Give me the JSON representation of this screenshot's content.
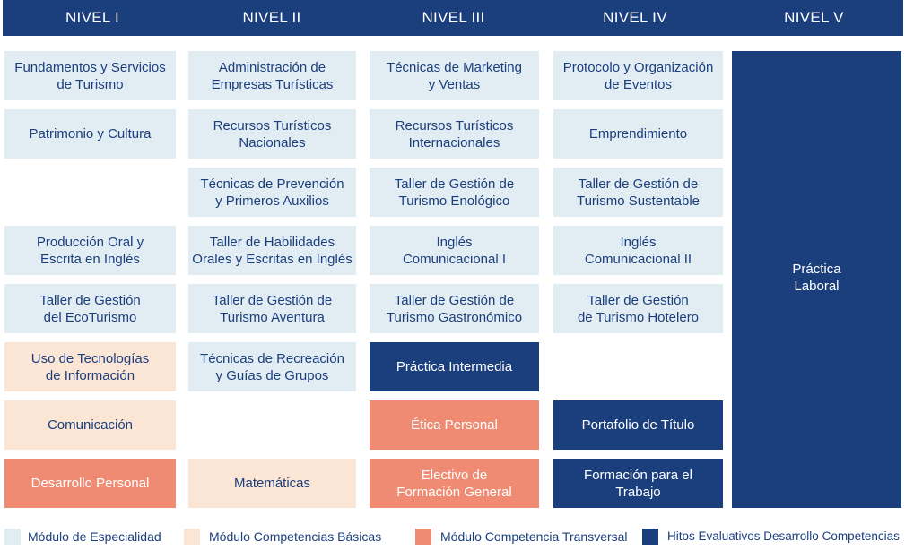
{
  "levels": [
    "NIVEL I",
    "NIVEL  II",
    "NIVEL III",
    "NIVEL IV",
    "NIVEL V"
  ],
  "cells": {
    "n1_1": "Fundamentos y Servicios\nde Turismo",
    "n1_2": "Patrimonio y Cultura",
    "n1_4": "Producción Oral y\nEscrita en Inglés",
    "n1_5": "Taller de Gestión\ndel EcoTurismo",
    "n1_6": "Uso de Tecnologías\nde Información",
    "n1_7": "Comunicación",
    "n1_8": "Desarrollo Personal",
    "n2_1": "Administración de\nEmpresas Turísticas",
    "n2_2": "Recursos Turísticos\nNacionales",
    "n2_3": "Técnicas de Prevención\ny Primeros Auxilios",
    "n2_4": "Taller de Habilidades\nOrales y Escritas en Inglés",
    "n2_5": "Taller de Gestión de\nTurismo Aventura",
    "n2_6": "Técnicas de Recreación\ny Guías de Grupos",
    "n2_8": "Matemáticas",
    "n3_1": "Técnicas de Marketing\ny Ventas",
    "n3_2": "Recursos Turísticos\nInternacionales",
    "n3_3": "Taller de Gestión de\nTurismo Enológico",
    "n3_4": "Inglés\nComunicacional I",
    "n3_5": "Taller de Gestión de\nTurismo Gastronómico",
    "n3_6": "Práctica Intermedia",
    "n3_7": "Ética Personal",
    "n3_8": "Electivo de\nFormación General",
    "n4_1": "Protocolo y Organización\nde Eventos",
    "n4_2": "Emprendimiento",
    "n4_3": "Taller de Gestión de\nTurismo Sustentable",
    "n4_4": "Inglés\nComunicacional II",
    "n4_5": "Taller de Gestión\nde Turismo Hotelero",
    "n4_7": "Portafolio de Título",
    "n4_8": "Formación para el\nTrabajo",
    "n5": "Práctica\nLaboral"
  },
  "legend": {
    "especialidad": "Módulo de Especialidad",
    "basicas": "Módulo Competencias Básicas",
    "transversal": "Módulo Competencia Transversal",
    "hitos": "Hitos Evaluativos Desarrollo Competencias"
  },
  "colors": {
    "header": "#1b3f7d",
    "especialidad": "#e2ecf3",
    "basicas": "#fbe5d5",
    "transversal": "#ef8b72",
    "hitos": "#1b3f7d"
  }
}
